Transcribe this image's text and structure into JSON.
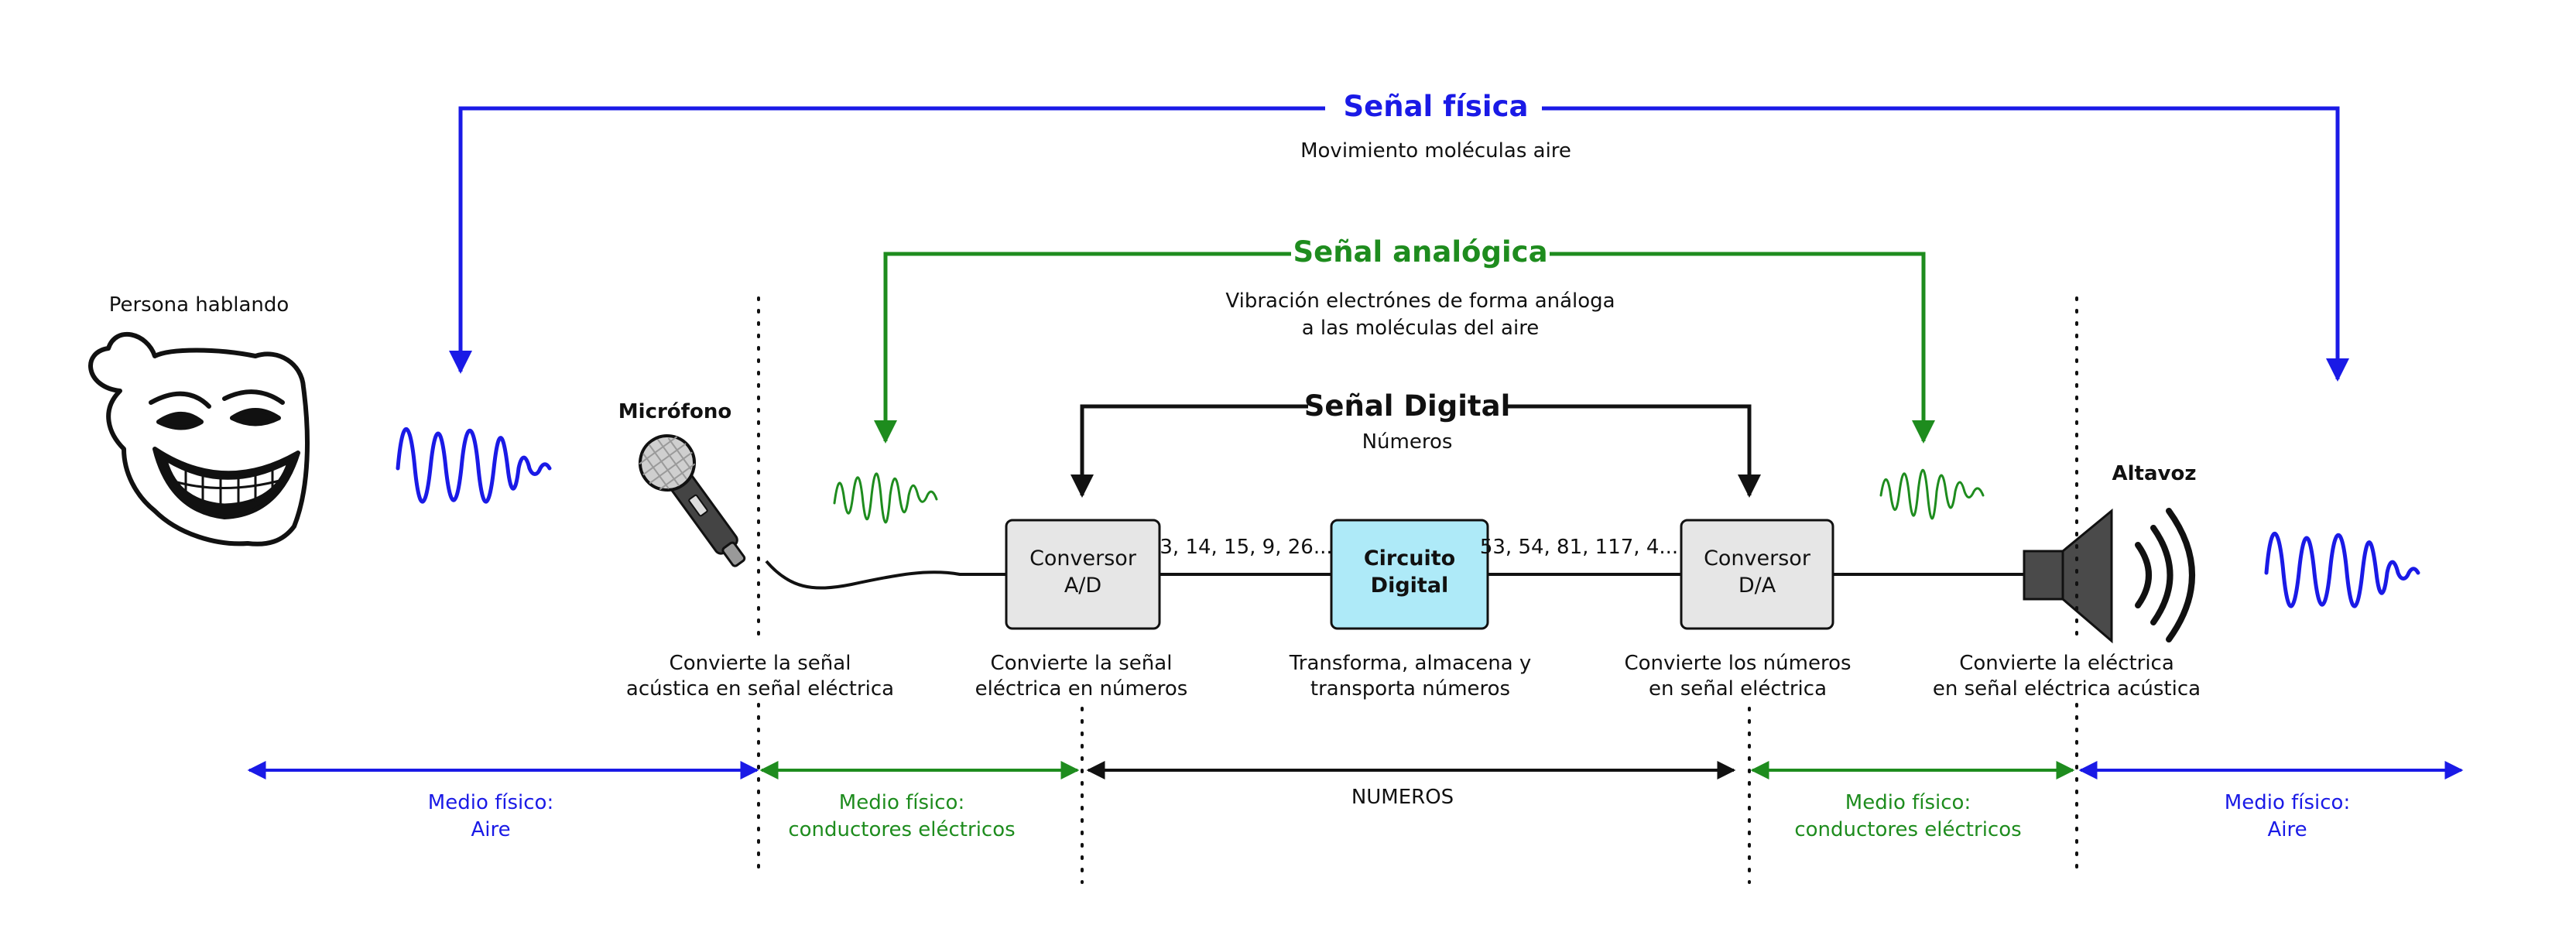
{
  "colors": {
    "fisica": "#1a1ae6",
    "analogica": "#1e8c1e",
    "digital": "#111111",
    "converter_fill": "#e6e6e6",
    "circuit_fill": "#aeeaf8"
  },
  "icons": {
    "person": "troll-face-icon",
    "microphone": "microphone-icon",
    "speaker": "speaker-icon"
  },
  "signals": {
    "fisica": {
      "title": "Señal física",
      "subtitle": "Movimiento moléculas aire"
    },
    "analogica": {
      "title": "Señal analógica",
      "subtitle_1": "Vibración electrónes de forma análoga",
      "subtitle_2": "a las moléculas del aire"
    },
    "digital": {
      "title": "Señal Digital",
      "subtitle": "Números"
    }
  },
  "labels": {
    "person": "Persona hablando",
    "microphone": "Micrófono",
    "speaker": "Altavoz"
  },
  "boxes": {
    "ad": {
      "line1": "Conversor",
      "line2": "A/D"
    },
    "circuit": {
      "line1": "Circuito",
      "line2": "Digital"
    },
    "da": {
      "line1": "Conversor",
      "line2": "D/A"
    }
  },
  "numbers": {
    "left": "3, 14, 15, 9, 26...",
    "right": "53, 54, 81, 117, 4..."
  },
  "descriptions": {
    "mic": {
      "line1": "Convierte la señal",
      "line2": "acústica en señal eléctrica"
    },
    "ad": {
      "line1": "Convierte la señal",
      "line2": "eléctrica en números"
    },
    "circuit": {
      "line1": "Transforma, almacena y",
      "line2": "transporta números"
    },
    "da": {
      "line1": "Convierte los números",
      "line2": "en señal eléctrica"
    },
    "speaker": {
      "line1": "Convierte la eléctrica",
      "line2": "en señal eléctrica acústica"
    }
  },
  "media": {
    "aire_left": {
      "line1": "Medio físico:",
      "line2": "Aire"
    },
    "cond_left": {
      "line1": "Medio físico:",
      "line2": "conductores eléctricos"
    },
    "numeros": {
      "line1": "NUMEROS"
    },
    "cond_right": {
      "line1": "Medio físico:",
      "line2": "conductores eléctricos"
    },
    "aire_right": {
      "line1": "Medio físico:",
      "line2": "Aire"
    }
  }
}
